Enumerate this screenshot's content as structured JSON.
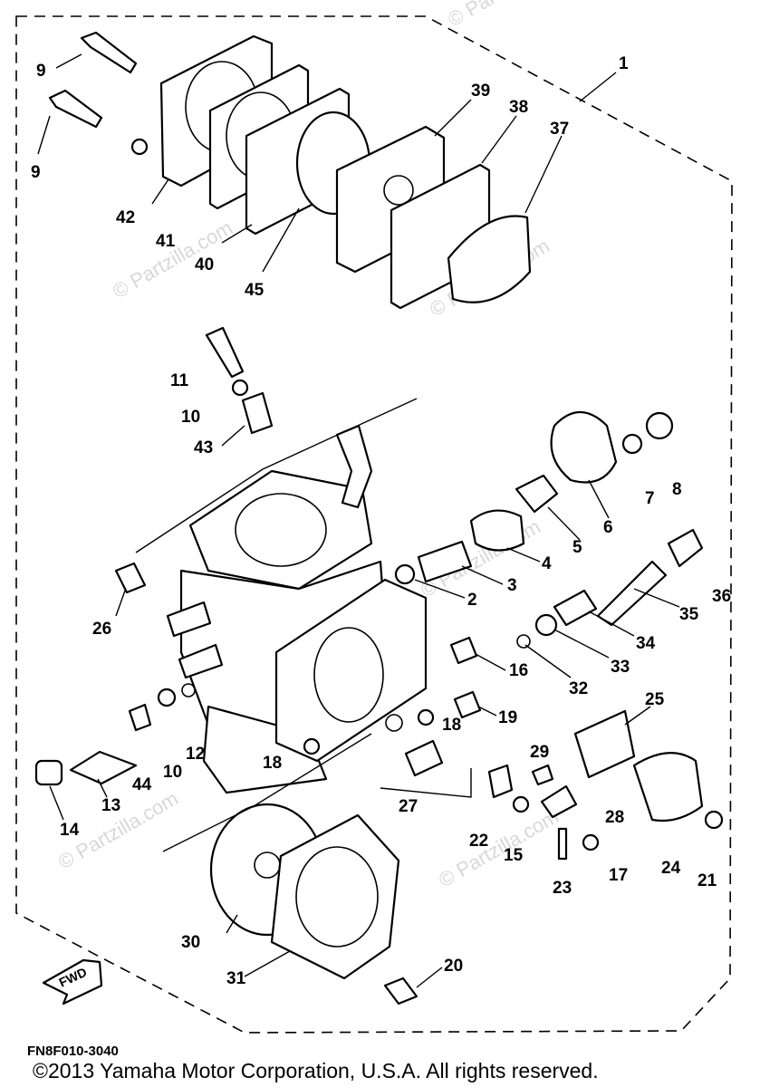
{
  "diagram": {
    "code": "FN8F010-3040",
    "fwd_label": "FWD",
    "watermark": "© Partzilla.com",
    "callouts": [
      "1",
      "2",
      "3",
      "4",
      "5",
      "6",
      "7",
      "8",
      "9",
      "9",
      "10",
      "10",
      "11",
      "12",
      "13",
      "14",
      "15",
      "16",
      "17",
      "18",
      "18",
      "19",
      "20",
      "21",
      "22",
      "23",
      "24",
      "25",
      "26",
      "27",
      "28",
      "29",
      "30",
      "31",
      "32",
      "33",
      "34",
      "35",
      "36",
      "37",
      "38",
      "39",
      "40",
      "41",
      "42",
      "43",
      "44",
      "45"
    ]
  },
  "footer": {
    "copyright": "©2013  Yamaha Motor Corporation, U.S.A. All rights reserved."
  }
}
